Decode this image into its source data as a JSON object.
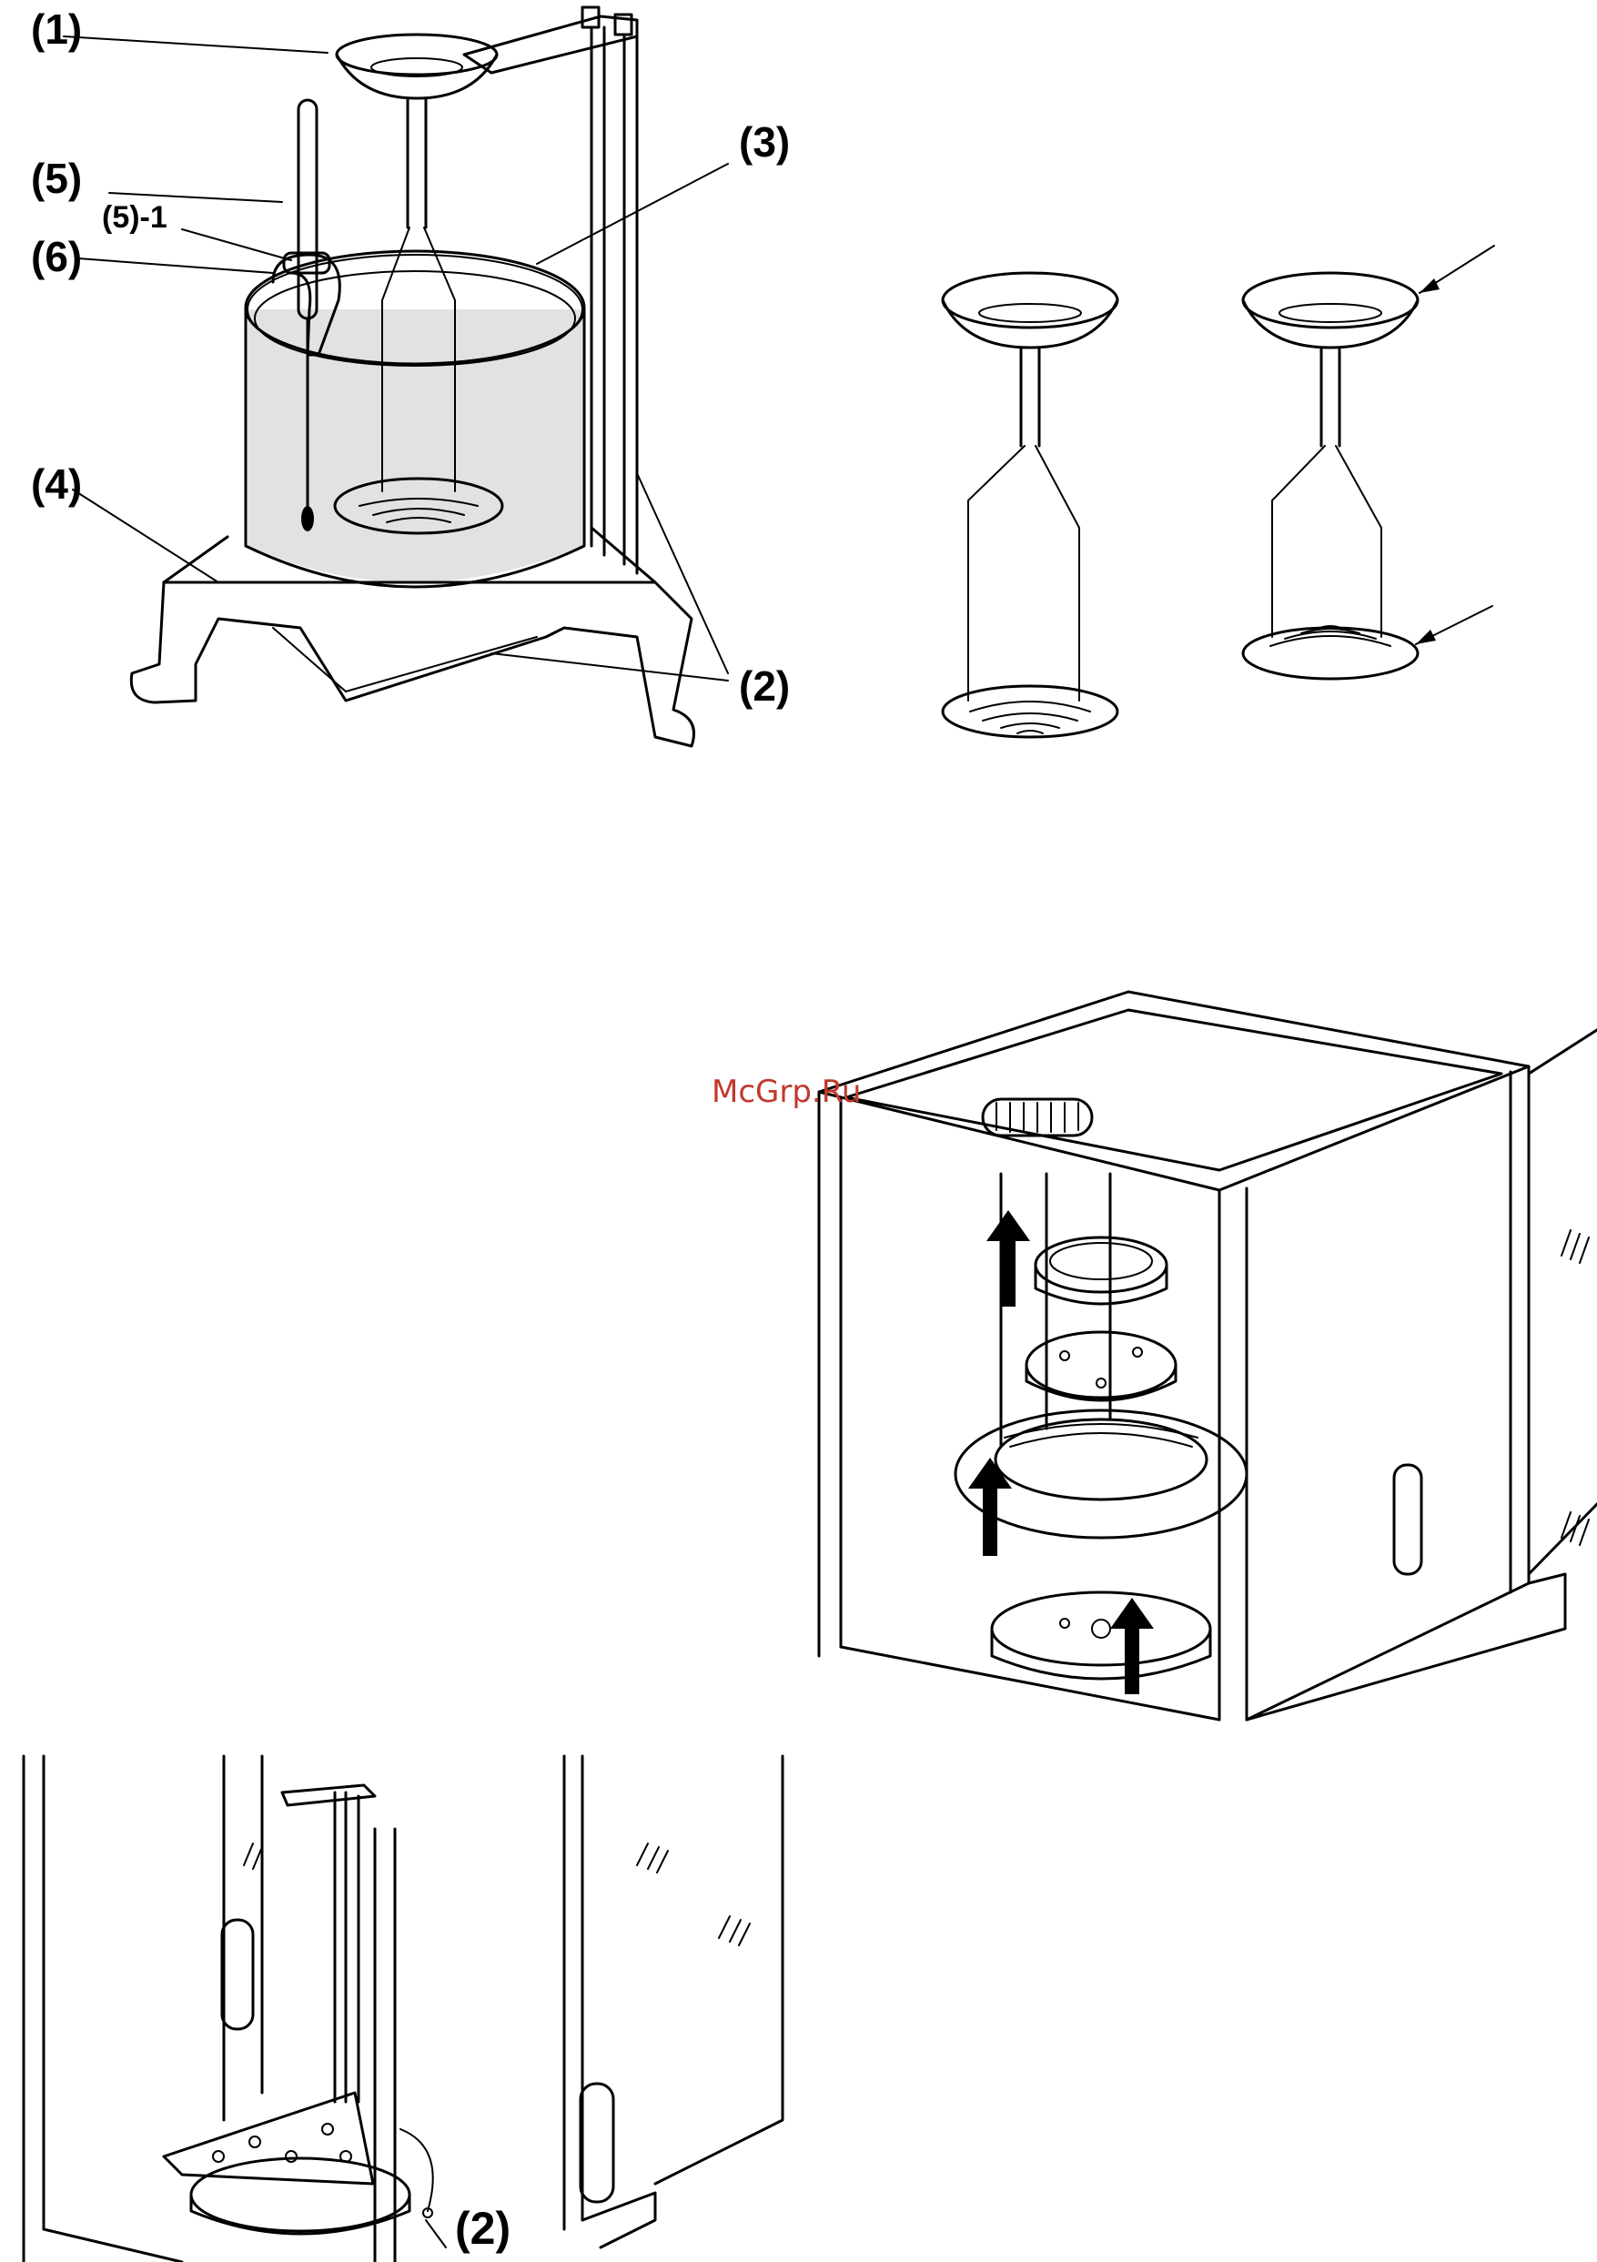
{
  "figures": {
    "apparatus": {
      "labels": {
        "l1": "(1)",
        "l5": "(5)",
        "l5_1": "(5)-1",
        "l6": "(6)",
        "l3": "(3)",
        "l4": "(4)",
        "l2": "(2)"
      }
    },
    "pan_variants": {},
    "weighing_chamber": {},
    "chamber_base": {
      "labels": {
        "l2": "(2)"
      }
    }
  },
  "watermark": "McGrp.Ru",
  "colors": {
    "line": "#000000",
    "liquid": "#e2e2e2",
    "watermark": "#c0392b"
  }
}
